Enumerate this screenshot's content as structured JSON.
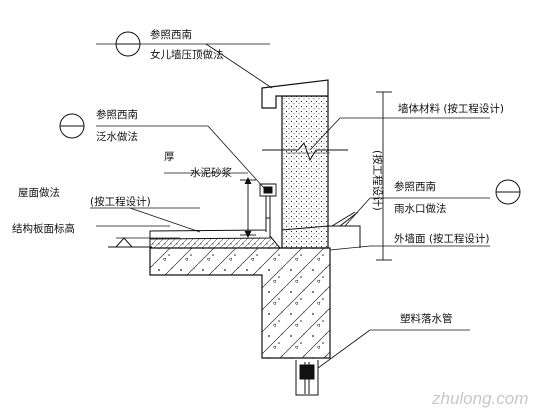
{
  "labels": {
    "ref_top_1": "参照西南",
    "ref_top_2": "女儿墙压顶做法",
    "ref_left_1": "参照西南",
    "ref_left_2": "泛水做法",
    "thick": "厚",
    "cement": "水泥砂浆",
    "roof_method": "屋面做法",
    "per_design_left": "(按工程设计)",
    "slab_level": "结构板面标高",
    "wall_material": "墙体材料 (按工程设计)",
    "per_design_vertical": "(按工程设计)",
    "ref_right_1": "参照西南",
    "ref_right_2": "雨水口做法",
    "ext_wall": "外墙面 (按工程设计)",
    "drain_pipe": "塑料落水管",
    "watermark": "zhulong.com"
  },
  "colors": {
    "ink": "#111111",
    "watermark": "#c8c8c8"
  },
  "icons": [
    "detail-reference-circle",
    "level-marker",
    "break-line",
    "dimension-arrow"
  ]
}
